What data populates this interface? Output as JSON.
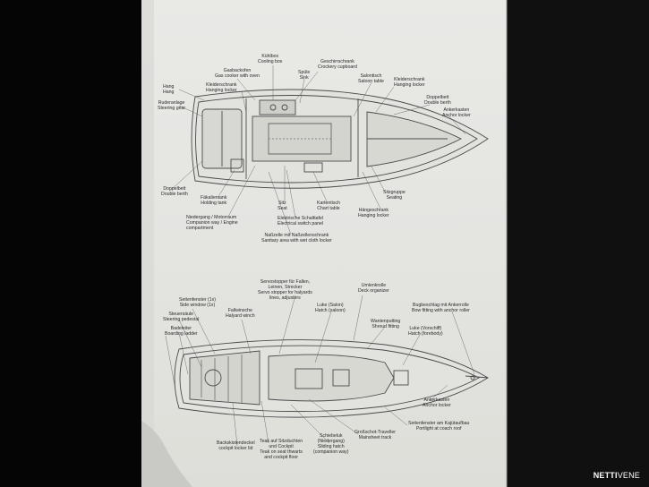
{
  "labels_top": {
    "kuhlbox": [
      "Kühlbox",
      "Cooling box"
    ],
    "gasbackofen": [
      "Gasbackofen",
      "Gas cooker with oven"
    ],
    "geschirrschrank": [
      "Geschirrschrank",
      "Crockery cupboard"
    ],
    "spule": [
      "Spüle",
      "Sink"
    ],
    "kleiderschrank_l": [
      "Kleiderschrank",
      "Hanging locker"
    ],
    "salontisch": [
      "Salontisch",
      "Saloon table"
    ],
    "kleiderschrank_r": [
      "Kleiderschrank",
      "Hanging locker"
    ],
    "hang": [
      "Hang",
      "Hang"
    ],
    "rudderanlage": [
      "Ruderanlage",
      "Steering gear"
    ],
    "doppelbett_r": [
      "Doppelbett",
      "Double berth"
    ],
    "ankerkasten_top": [
      "Ankerkasten",
      "Anchor locker"
    ],
    "doppelbett_l": [
      "Doppelbett",
      "Double berth"
    ],
    "fakalientank": [
      "Fäkalientank",
      "Holding tank"
    ],
    "sitz": [
      "Sitz",
      "Seat"
    ],
    "kartentisch": [
      "Kartentisch",
      "Chart table"
    ],
    "sitzgruppe": [
      "Sitzgruppe",
      "Seating"
    ],
    "hangeschrank": [
      "Hängeschrank",
      "Hanging locker"
    ],
    "niedergang": [
      "Niedergang / Motorraum",
      "Companion way / Engine",
      "compartment"
    ],
    "elektrische": [
      "Elektrische Schalttafel",
      "Electrical switch panel"
    ],
    "nasszelle": [
      "Naßzelle mit Naßzellenschrank",
      "Sanitary area with wet cloth locker"
    ]
  },
  "labels_bottom": {
    "servostopper": [
      "Servostopper für Fallen,",
      "Leinen, Strecker",
      "Servo stopper for halyards",
      "lines, adjusters"
    ],
    "umlenkrolle": [
      "Umlenkrolle",
      "Deck organizer"
    ],
    "seitenfenster": [
      "Seitenfenster (1x)",
      "Side window (1x)"
    ],
    "fallwinsche": [
      "Fallwinsche",
      "Halyard winch"
    ],
    "luke_salon": [
      "Luke (Salon)",
      "Hatch (saloon)"
    ],
    "bugbeschlag": [
      "Bugbeschlag mit Ankerrolle",
      "Bow fitting with anchor roller"
    ],
    "steuersaule": [
      "Steuersäule",
      "Steering pedestal"
    ],
    "wantenputting": [
      "Wantenputting",
      "Shroud fitting"
    ],
    "badeleiter": [
      "Badeleiter",
      "Boarding ladder"
    ],
    "luke_vorschiff": [
      "Luke (Vorschiff)",
      "Hatch (forebody)"
    ],
    "ankerkasten": [
      "Ankerkasten",
      "Anchor locker"
    ],
    "seitenfenster_koje": [
      "Seitenfenster am Kajütaufbau",
      "Portlight at coach roof"
    ],
    "schiebeluk": [
      "Schiebeluk",
      "(Niedergang)",
      "Sliding hatch",
      "(companion way)"
    ],
    "grossschot": [
      "Großschot-Traveller",
      "Mainsheet track"
    ],
    "backskisten": [
      "Backskistendeckel",
      "cockpit locker lid"
    ],
    "teak": [
      "Teak auf Sitzduchten",
      "und Cockpit",
      "Teak on seat thwarts",
      "and cockpit floor"
    ]
  },
  "watermark": {
    "part1": "NETTI",
    "part2": "VENE"
  }
}
